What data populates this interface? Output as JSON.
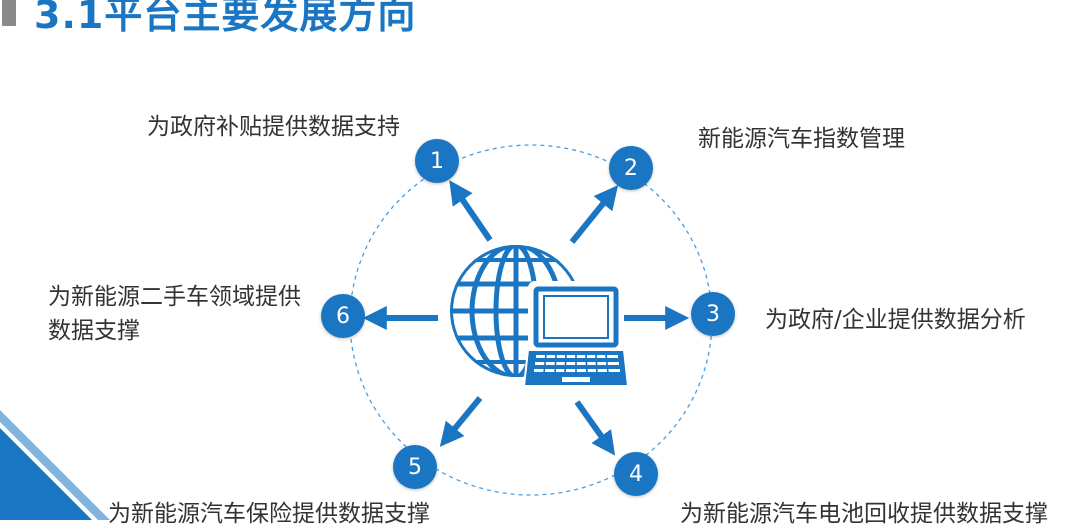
{
  "title": "3.1平台主要发展方向",
  "colors": {
    "accent": "#1a76c2",
    "text": "#333333",
    "ring": "#4a9ee0"
  },
  "center_icon": "globe-laptop-icon",
  "nodes": [
    {
      "number": "1",
      "label": "为政府补贴提供数据支持"
    },
    {
      "number": "2",
      "label": "新能源汽车指数管理"
    },
    {
      "number": "3",
      "label": "为政府/企业提供数据分析"
    },
    {
      "number": "4",
      "label": "为新能源汽车电池回收提供数据支撑"
    },
    {
      "number": "5",
      "label": "为新能源汽车保险提供数据支撑"
    },
    {
      "number": "6",
      "label": "为新能源二手车领域提供数据支撑"
    }
  ]
}
